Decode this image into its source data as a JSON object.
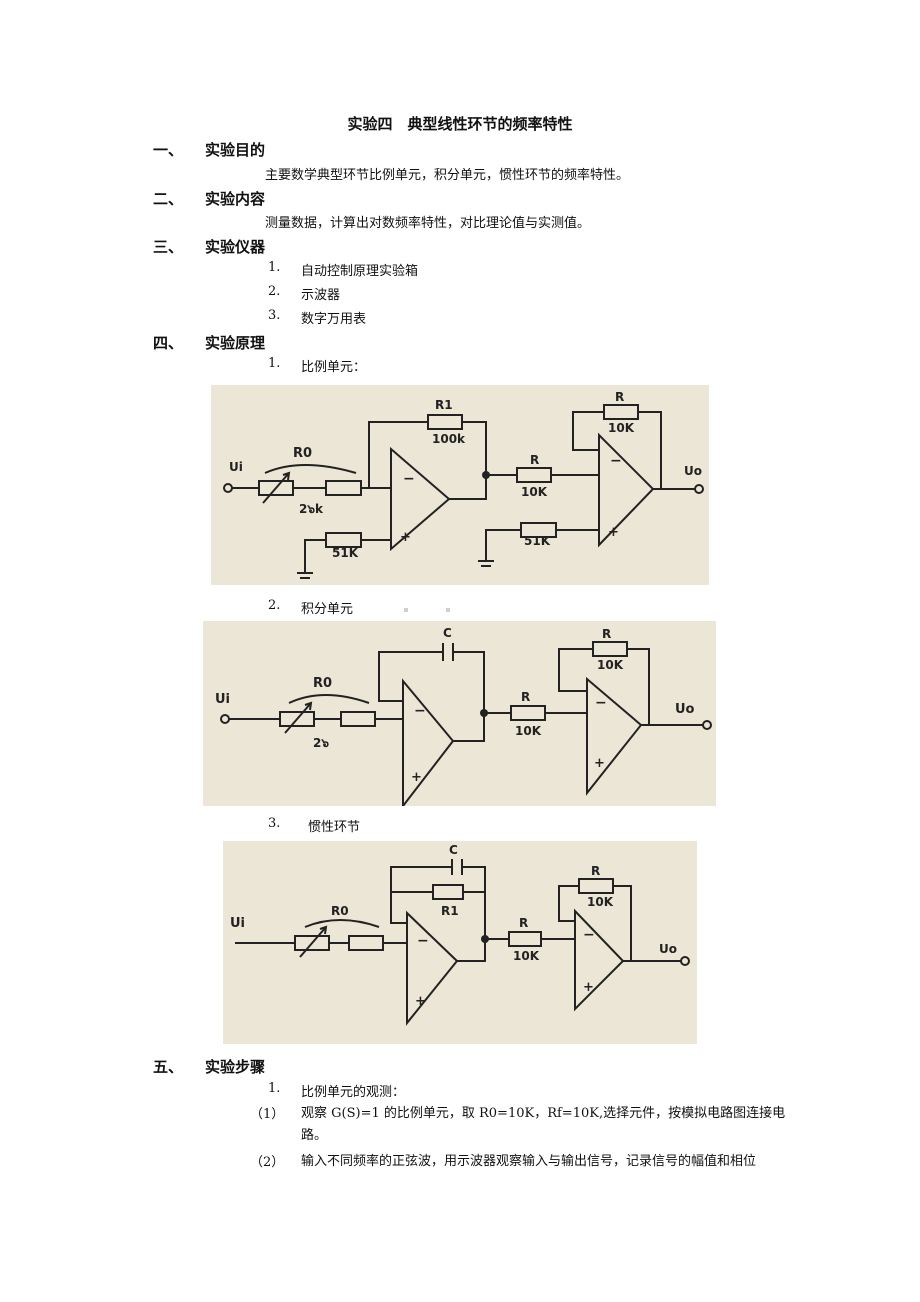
{
  "title": "实验四　典型线性环节的频率特性",
  "sections": [
    {
      "num": "一、",
      "label": "实验目的"
    },
    {
      "num": "二、",
      "label": "实验内容"
    },
    {
      "num": "三、",
      "label": "实验仪器"
    },
    {
      "num": "四、",
      "label": "实验原理"
    },
    {
      "num": "五、",
      "label": "实验步骤"
    }
  ],
  "purpose_text": "主要数学典型环节比例单元，积分单元，惯性环节的频率特性。",
  "content_text": "测量数据，计算出对数频率特性，对比理论值与实测值。",
  "instruments": [
    {
      "n": "1.",
      "text": "自动控制原理实验箱"
    },
    {
      "n": "2.",
      "text": "示波器"
    },
    {
      "n": "3.",
      "text": "数字万用表"
    }
  ],
  "principles": [
    {
      "n": "1.",
      "text": "比例单元："
    },
    {
      "n": "2.",
      "text": "积分单元"
    },
    {
      "n": "3.",
      "text": "惯性环节"
    }
  ],
  "circuit1": {
    "ui": "Ui",
    "uo": "Uo",
    "r0": "R0",
    "r0_val": "2๖k",
    "r1": "R1",
    "r1_val": "100k",
    "r": "R",
    "r_val": "10K",
    "r_in": "R",
    "r_in_val": "10K",
    "r_g1": "51K",
    "r_g2": "51K",
    "minus": "−",
    "plus": "+"
  },
  "circuit2": {
    "ui": "Ui",
    "uo": "Uo",
    "r0": "R0",
    "r0_val": "2๖",
    "c": "C",
    "r": "R",
    "r_val": "10K",
    "r_in": "R",
    "r_in_val": "10K",
    "minus": "−",
    "plus": "+"
  },
  "circuit3": {
    "ui": "Ui",
    "uo": "Uo",
    "r0": "R0",
    "c": "C",
    "r1": "R1",
    "r": "R",
    "r_val": "10K",
    "r_in": "R",
    "r_in_val": "10K",
    "minus": "−",
    "plus": "+"
  },
  "steps_heading": {
    "n": "1.",
    "text": "比例单元的观测："
  },
  "steps": [
    {
      "n": "（1）",
      "text": "观察 G(S)=1 的比例单元，取 R0=10K，Rf=10K,选择元件，按模拟电路图连接电路。"
    },
    {
      "n": "（2）",
      "text": "输入不同频率的正弦波，用示波器观察输入与输出信号，记录信号的幅值和相位"
    }
  ]
}
